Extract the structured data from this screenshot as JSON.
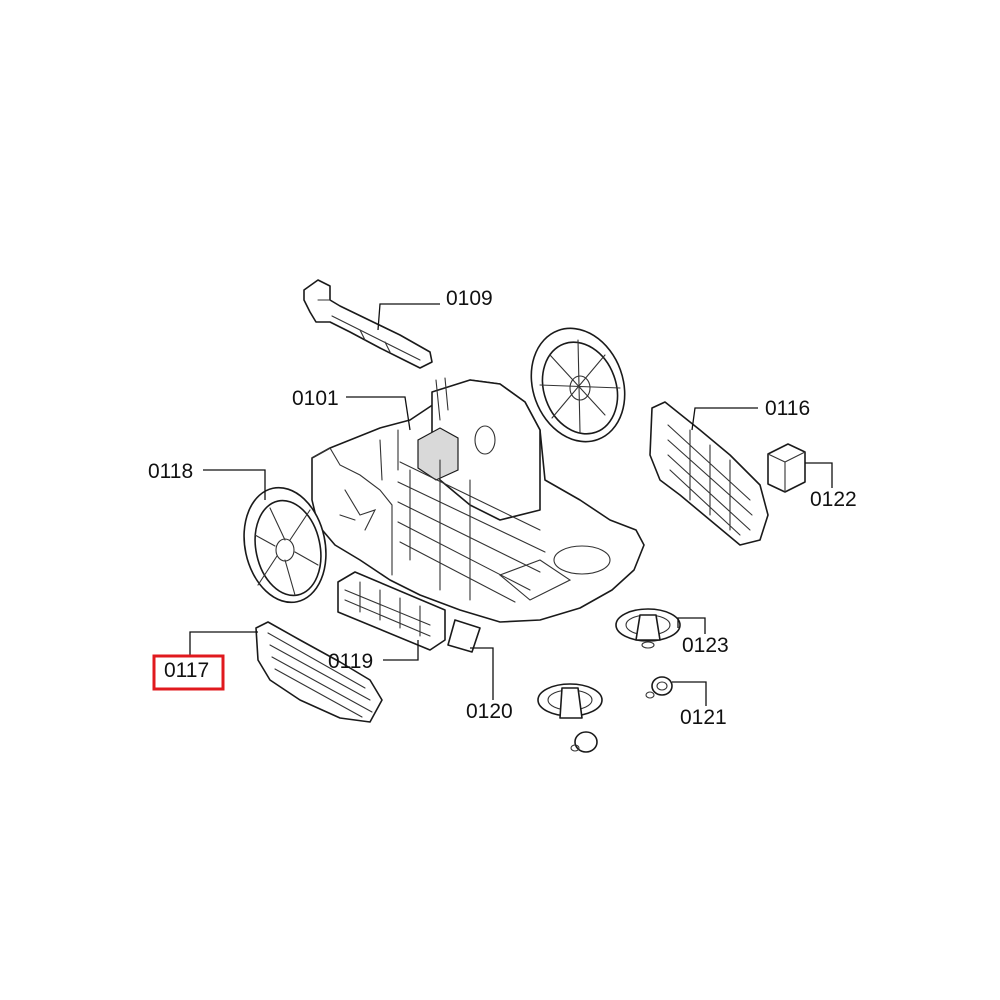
{
  "labels": {
    "p0109": "0109",
    "p0101": "0101",
    "p0116": "0116",
    "p0118": "0118",
    "p0122": "0122",
    "p0117": "0117",
    "p0119": "0119",
    "p0123": "0123",
    "p0120": "0120",
    "p0121": "0121"
  },
  "highlighted_part": "0117",
  "colors": {
    "highlight": "#e0191e",
    "line": "#1a1a1a"
  }
}
